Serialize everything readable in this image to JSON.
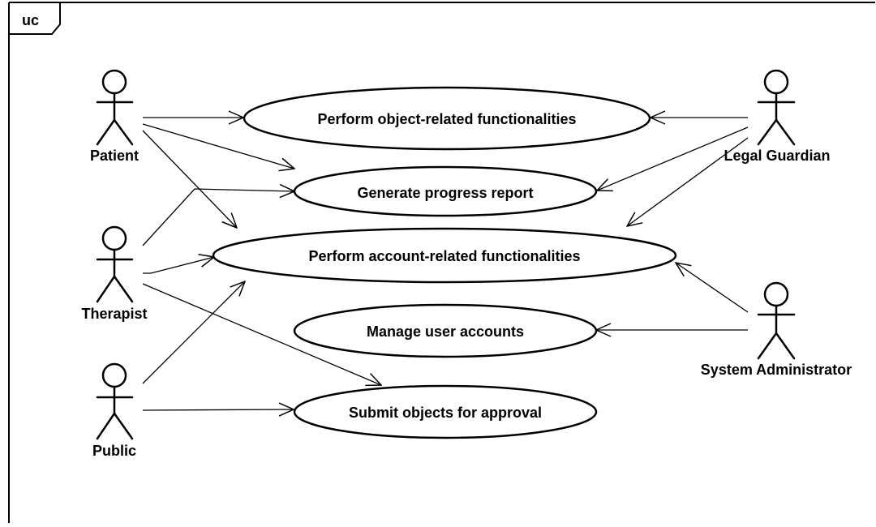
{
  "frame": {
    "label": "uc"
  },
  "actors": [
    {
      "id": "patient",
      "name": "Patient"
    },
    {
      "id": "therapist",
      "name": "Therapist"
    },
    {
      "id": "public",
      "name": "Public"
    },
    {
      "id": "legal-guardian",
      "name": "Legal Guardian"
    },
    {
      "id": "system-administrator",
      "name": "System Administrator"
    }
  ],
  "use_cases": [
    {
      "id": "object-related",
      "label": "Perform object-related functionalities"
    },
    {
      "id": "progress-report",
      "label": "Generate progress report"
    },
    {
      "id": "account-related",
      "label": "Perform account-related functionalities"
    },
    {
      "id": "manage-accounts",
      "label": "Manage user accounts"
    },
    {
      "id": "submit-objects",
      "label": "Submit objects for approval"
    }
  ],
  "associations": [
    {
      "from": "patient",
      "to": "object-related"
    },
    {
      "from": "patient",
      "to": "progress-report"
    },
    {
      "from": "patient",
      "to": "account-related"
    },
    {
      "from": "therapist",
      "to": "progress-report"
    },
    {
      "from": "therapist",
      "to": "account-related"
    },
    {
      "from": "therapist",
      "to": "submit-objects"
    },
    {
      "from": "public",
      "to": "account-related"
    },
    {
      "from": "public",
      "to": "submit-objects"
    },
    {
      "from": "legal-guardian",
      "to": "object-related"
    },
    {
      "from": "legal-guardian",
      "to": "progress-report"
    },
    {
      "from": "legal-guardian",
      "to": "account-related"
    },
    {
      "from": "system-administrator",
      "to": "account-related"
    },
    {
      "from": "system-administrator",
      "to": "manage-accounts"
    }
  ],
  "colors": {
    "line": "#000000",
    "background": "#ffffff"
  }
}
